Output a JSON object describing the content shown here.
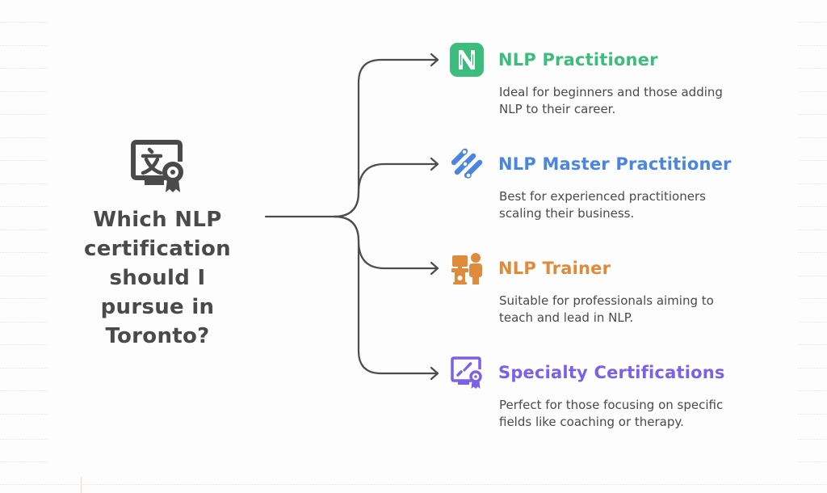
{
  "question": {
    "text_lines": [
      "Which NLP",
      "certification",
      "should I",
      "pursue in",
      "Toronto?"
    ],
    "icon": "certificate-translation-monitor-icon",
    "color": "#4a4a4a"
  },
  "options": [
    {
      "title": "NLP Practitioner",
      "description_lines": [
        "Ideal for beginners and those adding",
        "NLP to their career."
      ],
      "icon": "nlp-n-badge-icon",
      "color": "#3dbd7d"
    },
    {
      "title": "NLP Master Practitioner",
      "description_lines": [
        "Best for experienced practitioners",
        "scaling their business."
      ],
      "icon": "slider-bars-icon",
      "color": "#4a86e0"
    },
    {
      "title": "NLP Trainer",
      "description_lines": [
        "Suitable for professionals aiming to",
        "teach and lead in NLP."
      ],
      "icon": "trainer-podium-icon",
      "color": "#e08a3c"
    },
    {
      "title": "Specialty Certifications",
      "description_lines": [
        "Perfect for those focusing on specific",
        "fields like coaching or therapy."
      ],
      "icon": "specialty-certificate-monitor-icon",
      "color": "#7b61e8"
    }
  ],
  "connector_color": "#4d4d4d"
}
